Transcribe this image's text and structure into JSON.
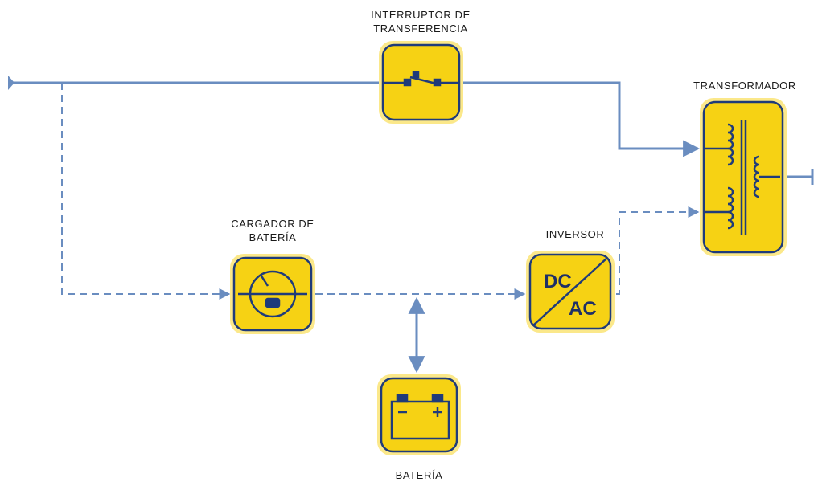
{
  "labels": {
    "transfer_switch": [
      "INTERRUPTOR DE",
      "TRANSFERENCIA"
    ],
    "transformer": "TRANSFORMADOR",
    "charger": [
      "CARGADOR DE",
      "BATERÍA"
    ],
    "inverter": "INVERSOR",
    "battery": "BATERÍA"
  },
  "inverter_text": {
    "top": "DC",
    "bottom": "AC"
  },
  "icons": {
    "transfer_switch": "switch-icon",
    "transformer": "transformer-coils-icon",
    "charger": "rectifier-icon",
    "inverter": "dc-ac-icon",
    "battery": "battery-icon"
  },
  "colors": {
    "line": "#6a8dc0",
    "block_fill": "#f6d214",
    "block_stroke": "#1f3b7a",
    "block_frame": "#fbe88a",
    "text": "#1a1a1a",
    "inverter_text": "#1f2f66"
  }
}
